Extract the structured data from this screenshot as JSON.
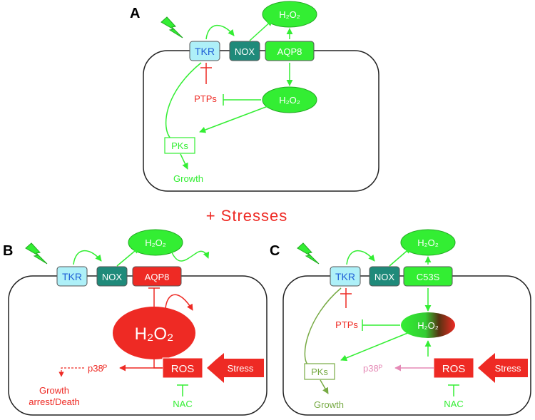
{
  "panels": {
    "a": {
      "letter": "A",
      "tkr": "TKR",
      "nox": "NOX",
      "aqp8": "AQP8",
      "h2o2_out": "H₂O₂",
      "h2o2_in": "H₂O₂",
      "ptps": "PTPs",
      "pks": "PKs",
      "growth": "Growth"
    },
    "stresses": "+ Stresses",
    "b": {
      "letter": "B",
      "tkr": "TKR",
      "nox": "NOX",
      "aqp8": "AQP8",
      "h2o2_out": "H₂O₂",
      "h2o2_in": "H₂O₂",
      "ros": "ROS",
      "stress": "Stress",
      "p38": "p38ᴾ",
      "growth_arrest_1": "Growth",
      "growth_arrest_2": "arrest/Death",
      "nac": "NAC"
    },
    "c": {
      "letter": "C",
      "tkr": "TKR",
      "nox": "NOX",
      "c53s": "C53S",
      "h2o2_out": "H₂O₂",
      "h2o2_in": "H₂O₂",
      "ptps": "PTPs",
      "pks": "PKs",
      "growth": "Growth",
      "ros": "ROS",
      "stress": "Stress",
      "p38": "p38ᴾ",
      "nac": "NAC"
    }
  },
  "colors": {
    "green": "#33ee33",
    "green_dark_text": "#22bb22",
    "red": "#ee2a24",
    "teal": "#1f8a7a",
    "tkr_fill": "#aef0f8",
    "tkr_text": "#1f5fd6",
    "pink": "#e58ab6",
    "olive": "#77aa44",
    "cell_border": "#222222"
  }
}
